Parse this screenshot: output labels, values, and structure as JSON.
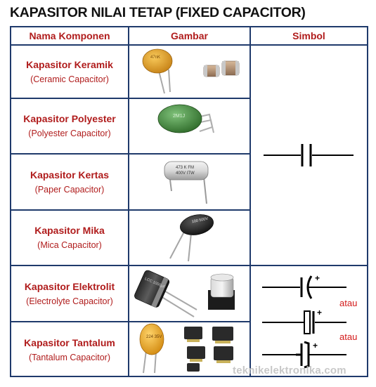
{
  "title": "KAPASITOR NILAI TETAP (FIXED CAPACITOR)",
  "headers": {
    "name": "Nama Komponen",
    "picture": "Gambar",
    "symbol": "Simbol"
  },
  "rows": [
    {
      "name": "Kapasitor Keramik",
      "english": "(Ceramic Capacitor)",
      "print": "47nK"
    },
    {
      "name": "Kapasitor Polyester",
      "english": "(Polyester Capacitor)",
      "print": "2M1J"
    },
    {
      "name": "Kapasitor Kertas",
      "english": "(Paper Capacitor)",
      "print_line1": "473 K FM",
      "print_line2": "400V ITW"
    },
    {
      "name": "Kapasitor Mika",
      "english": "(Mica Capacitor)",
      "print": "100 500V"
    },
    {
      "name": "Kapasitor Elektrolit",
      "english": "(Electrolyte Capacitor)",
      "print": "LCC 1000µF"
    },
    {
      "name": "Kapasitor Tantalum",
      "english": "(Tantalum Capacitor)",
      "print": "224 35V"
    }
  ],
  "symbols": {
    "polarity_mark": "+",
    "or_label": "atau"
  },
  "watermark": "teknikelektronika.com",
  "colors": {
    "border": "#1f3a6b",
    "label": "#b01c1c",
    "or_label": "#d31a1a"
  }
}
